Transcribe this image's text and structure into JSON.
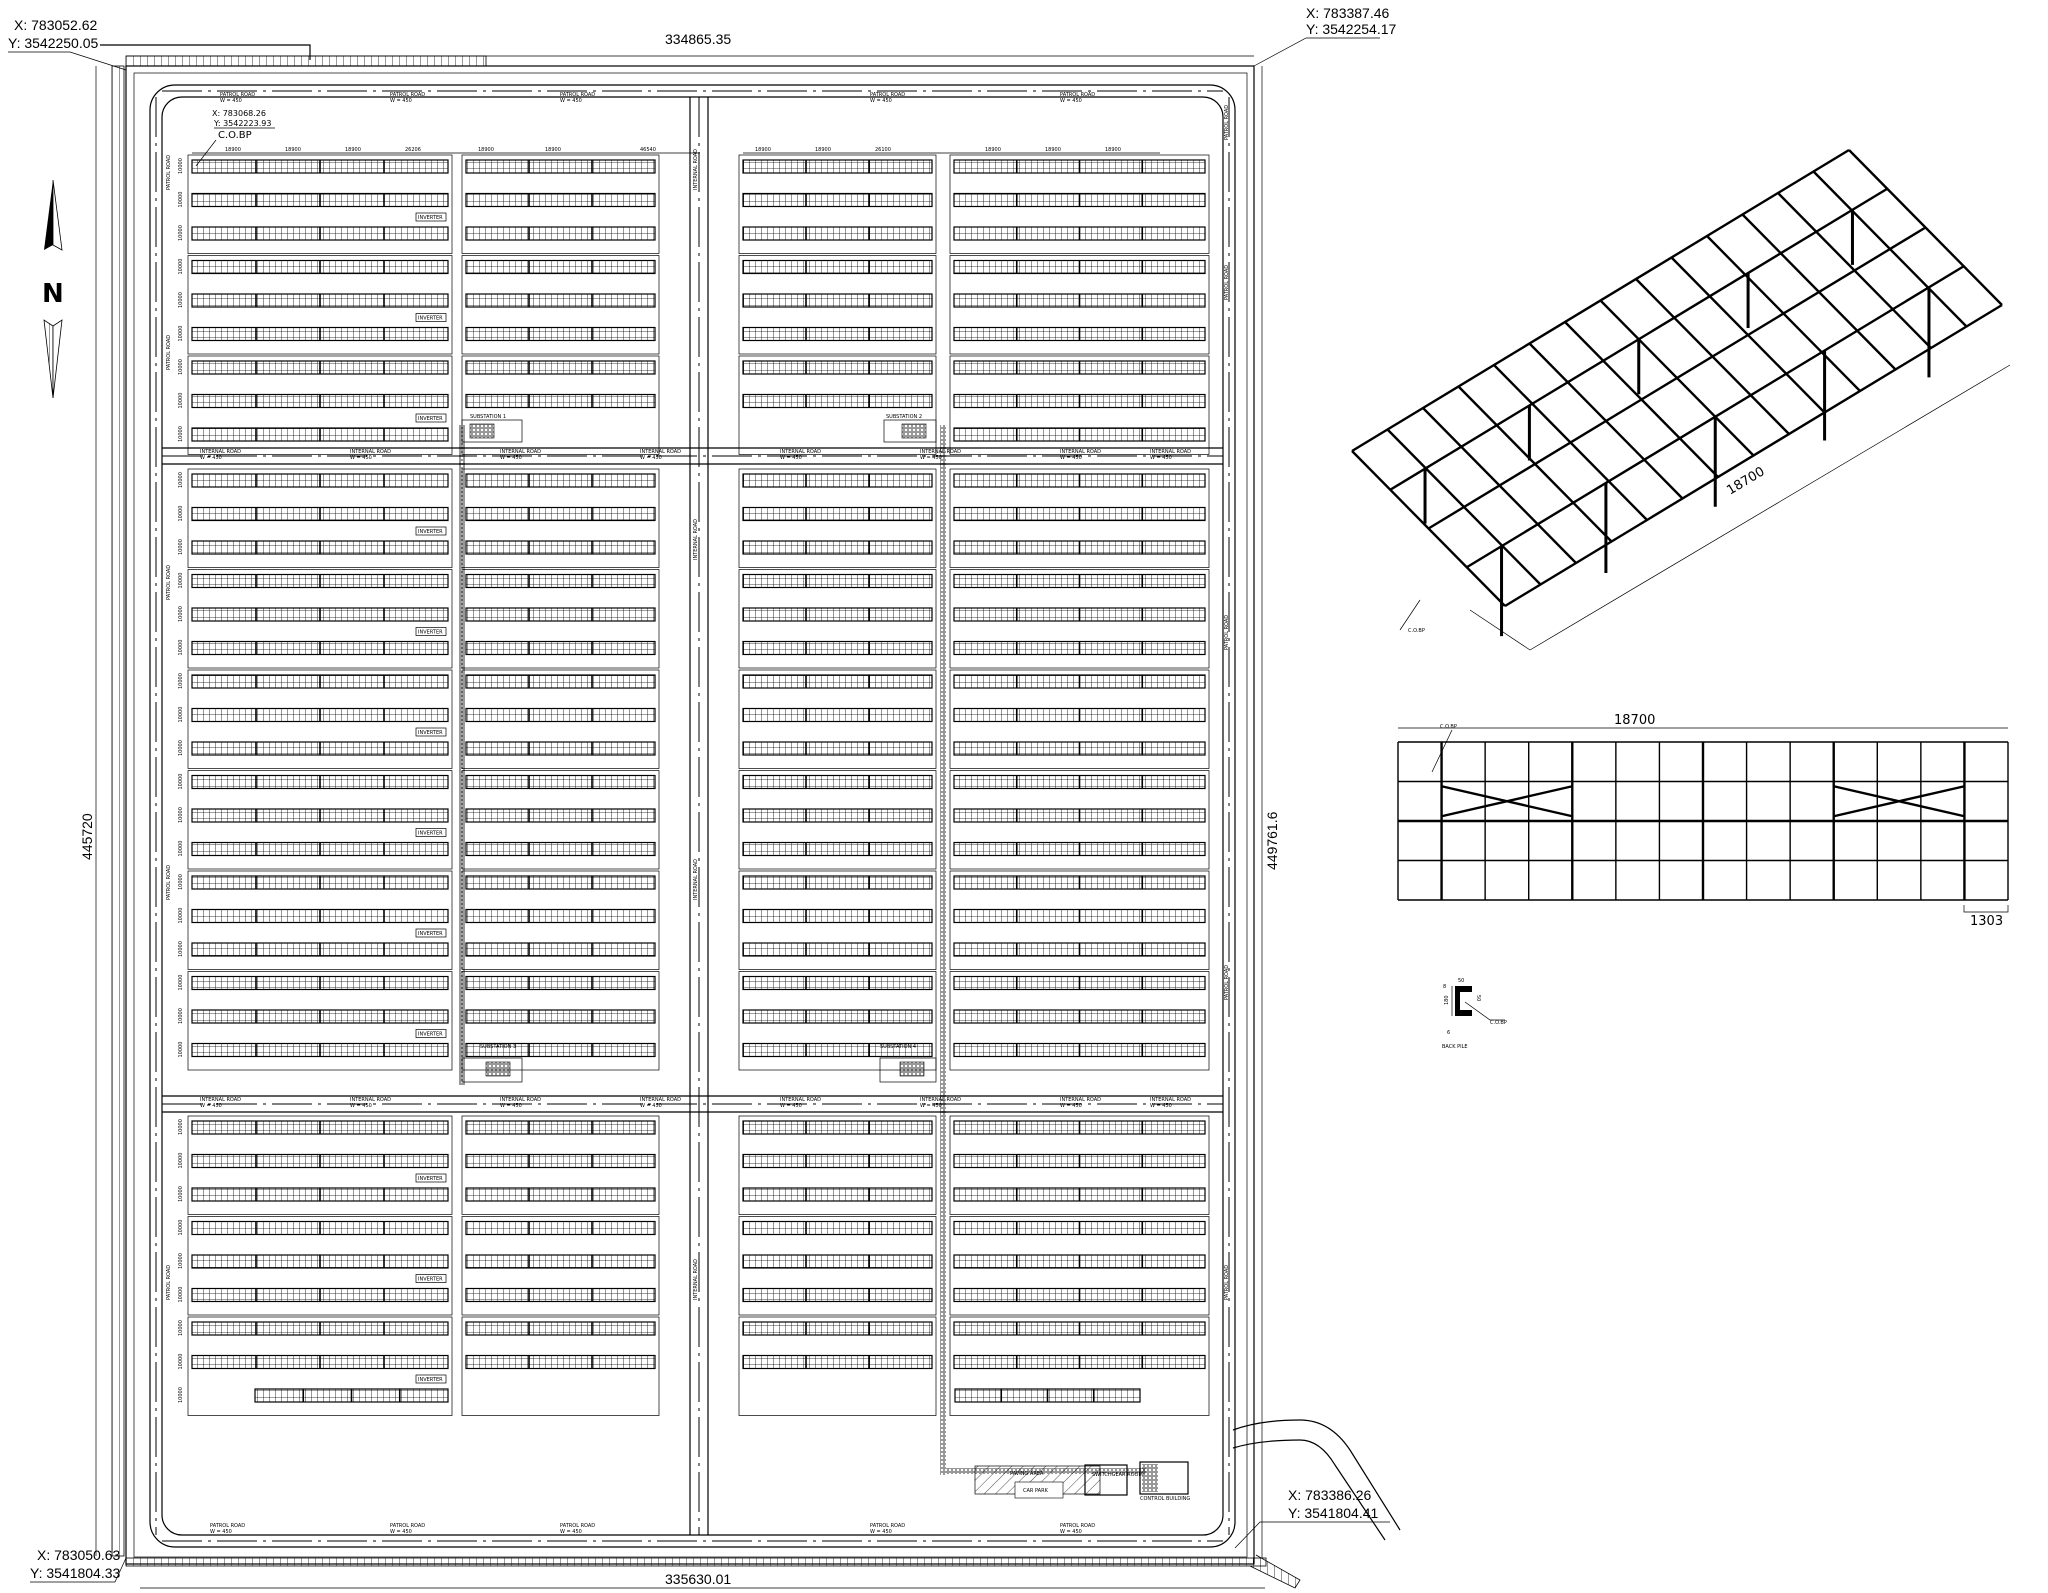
{
  "coordinates": {
    "top_left": {
      "x": "X: 783052.62",
      "y": "Y: 3542250.05"
    },
    "top_right": {
      "x": "X: 783387.46",
      "y": "Y: 3542254.17"
    },
    "bottom_right": {
      "x": "X: 783386.26",
      "y": "Y: 3541804.41"
    },
    "bottom_left": {
      "x": "X: 783050.63",
      "y": "Y: 3541804.33"
    },
    "cobp": {
      "x": "X: 783068.26",
      "y": "Y: 3542223.93",
      "label": "C.O.BP"
    }
  },
  "dimensions": {
    "top": "334865.35",
    "bottom": "335630.01",
    "left": "445720",
    "right": "449761.6",
    "row_pitch": "10000",
    "top_left_half": [
      "18900",
      "18900",
      "18900",
      "26206",
      "18900",
      "18900",
      "46540"
    ],
    "top_right_half": [
      "18900",
      "18900",
      "26100",
      "18900",
      "18900",
      "18900"
    ]
  },
  "north": {
    "label": "N"
  },
  "roads": {
    "patrol": "PATROL ROAD",
    "internal": "INTERNAL ROAD",
    "width": "W = 450"
  },
  "substations": [
    "SUBSTATION 1",
    "SUBSTATION 2",
    "SUBSTATION 3",
    "SUBSTATION 4"
  ],
  "inverter_label": "INVERTER",
  "facilities": {
    "paving": "PAVING AREA",
    "car_park": "CAR PARK",
    "switchgear": "SWITCHGEAR ROOM",
    "control": "CONTROL BUILDING"
  },
  "structure_3d": {
    "length": "18700",
    "cobp": "C.O.BP"
  },
  "structure_plan": {
    "length": "18700",
    "module": "1303",
    "cobp": "C.O.BP"
  },
  "back_pile": {
    "title": "BACK PILE",
    "width": "50",
    "lip": "50",
    "height": "180",
    "thickness_top": "8",
    "thickness": "6",
    "cobp": "C.O.BP"
  }
}
